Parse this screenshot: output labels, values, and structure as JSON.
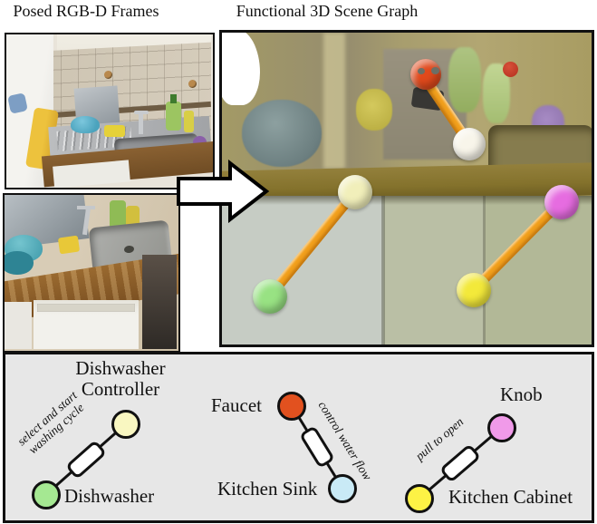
{
  "header": {
    "left_title": "Posed RGB-D Frames",
    "right_title": "Functional 3D Scene Graph"
  },
  "icons": {
    "arrow": "right-block-arrow"
  },
  "colors": {
    "edge_orange": "#f2a01c",
    "legend_bg": "#e7e7e7",
    "figure_border": "#111111"
  },
  "scene_graph": {
    "nodes": [
      {
        "id": "faucet",
        "color": "#e0491c"
      },
      {
        "id": "kitchen-sink",
        "color": "#f8f5ea"
      },
      {
        "id": "dishwasher-controller",
        "color": "#f1efba"
      },
      {
        "id": "dishwasher",
        "color": "#98e283"
      },
      {
        "id": "knob",
        "color": "#e66ce0"
      },
      {
        "id": "kitchen-cabinet",
        "color": "#f3e93a"
      }
    ]
  },
  "legend": {
    "groups": [
      {
        "top_label": "Dishwasher Controller",
        "bottom_label": "Dishwasher",
        "relation": "select and start washing cycle",
        "top_color": "#f9f7c1",
        "bottom_color": "#a5e892"
      },
      {
        "top_label": "Faucet",
        "bottom_label": "Kitchen Sink",
        "relation": "control water flow",
        "top_color": "#e2511f",
        "bottom_color": "#c9eaf6"
      },
      {
        "top_label": "Knob",
        "bottom_label": "Kitchen Cabinet",
        "relation": "pull to open",
        "top_color": "#f09ae9",
        "bottom_color": "#fdf245"
      }
    ]
  }
}
